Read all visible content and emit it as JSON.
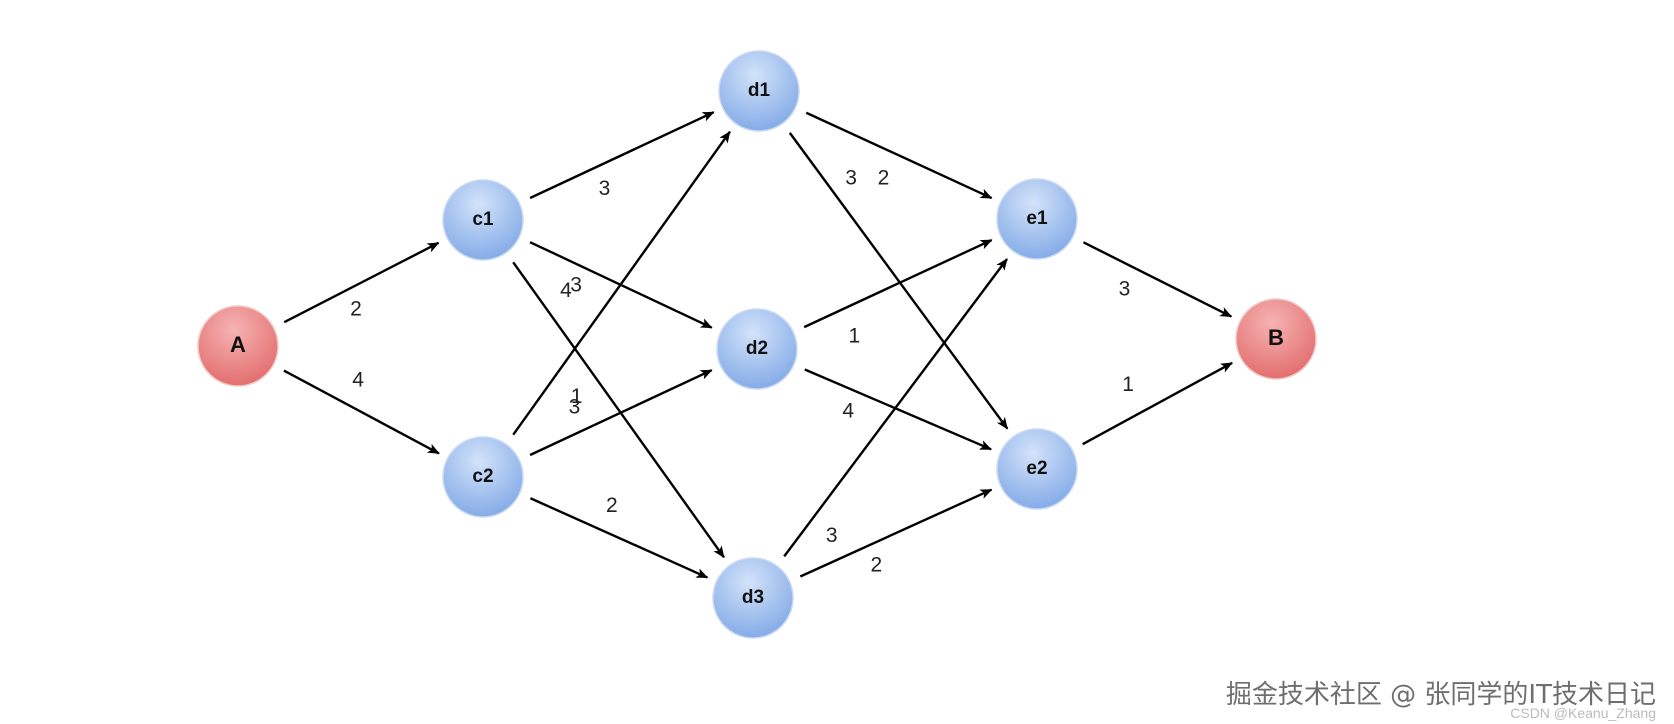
{
  "nodes": [
    {
      "id": "A",
      "label": "A",
      "kind": "endpoint"
    },
    {
      "id": "c1",
      "label": "c1",
      "kind": "inner"
    },
    {
      "id": "c2",
      "label": "c2",
      "kind": "inner"
    },
    {
      "id": "d1",
      "label": "d1",
      "kind": "inner"
    },
    {
      "id": "d2",
      "label": "d2",
      "kind": "inner"
    },
    {
      "id": "d3",
      "label": "d3",
      "kind": "inner"
    },
    {
      "id": "e1",
      "label": "e1",
      "kind": "inner"
    },
    {
      "id": "e2",
      "label": "e2",
      "kind": "inner"
    },
    {
      "id": "B",
      "label": "B",
      "kind": "endpoint"
    }
  ],
  "edges": [
    {
      "from": "A",
      "to": "c1",
      "weight": "2"
    },
    {
      "from": "A",
      "to": "c2",
      "weight": "4"
    },
    {
      "from": "c1",
      "to": "d1",
      "weight": "3"
    },
    {
      "from": "c1",
      "to": "d2",
      "weight": "3"
    },
    {
      "from": "c1",
      "to": "d3",
      "weight": "4"
    },
    {
      "from": "c2",
      "to": "d1",
      "weight": "1"
    },
    {
      "from": "c2",
      "to": "d2",
      "weight": "3"
    },
    {
      "from": "c2",
      "to": "d3",
      "weight": "2"
    },
    {
      "from": "d1",
      "to": "e1",
      "weight": "2"
    },
    {
      "from": "d1",
      "to": "e2",
      "weight": "3"
    },
    {
      "from": "d2",
      "to": "e1",
      "weight": "1"
    },
    {
      "from": "d2",
      "to": "e2",
      "weight": "4"
    },
    {
      "from": "d3",
      "to": "e1",
      "weight": "3"
    },
    {
      "from": "d3",
      "to": "e2",
      "weight": "2"
    },
    {
      "from": "e1",
      "to": "B",
      "weight": "3"
    },
    {
      "from": "e2",
      "to": "B",
      "weight": "1"
    }
  ],
  "colors": {
    "endpoint_fill_top": "#f6b3b3",
    "endpoint_fill_bottom": "#e26a6a",
    "inner_fill_top": "#d3e3fa",
    "inner_fill_bottom": "#7fa8e6",
    "edge": "#000000"
  },
  "watermark": {
    "line1": "掘金技术社区 @ 张同学的IT技术日记",
    "line2": "CSDN @Keanu_Zhang"
  }
}
